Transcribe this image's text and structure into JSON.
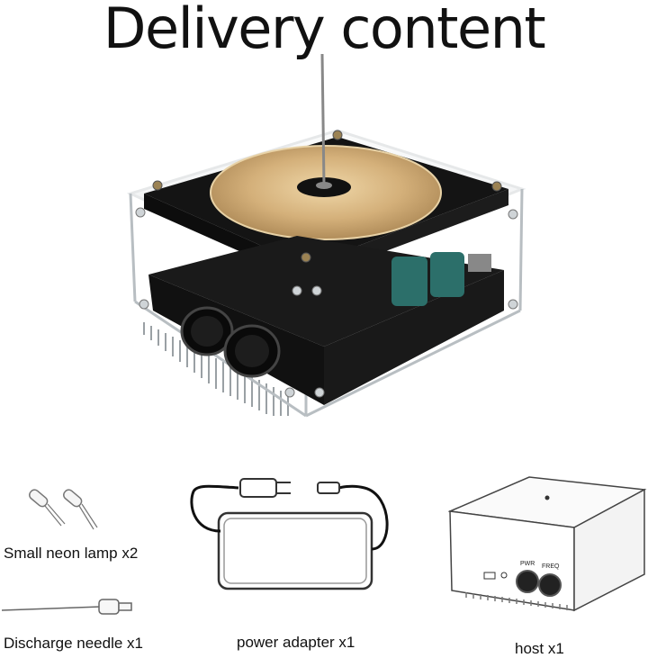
{
  "title": "Delivery content",
  "items": [
    {
      "label": "Small neon lamp x2",
      "icon": "neon-lamp-icon"
    },
    {
      "label": "Discharge needle x1",
      "icon": "discharge-needle-icon"
    },
    {
      "label": "power adapter x1",
      "icon": "power-adapter-icon"
    },
    {
      "label": "host x1",
      "icon": "host-box-icon"
    }
  ],
  "host_labels": {
    "pwr": "PWR",
    "freq": "FREQ"
  },
  "colors": {
    "disc_gold": "#c9a66b",
    "panel_black": "#141414",
    "acrylic": "#d8dde0"
  }
}
